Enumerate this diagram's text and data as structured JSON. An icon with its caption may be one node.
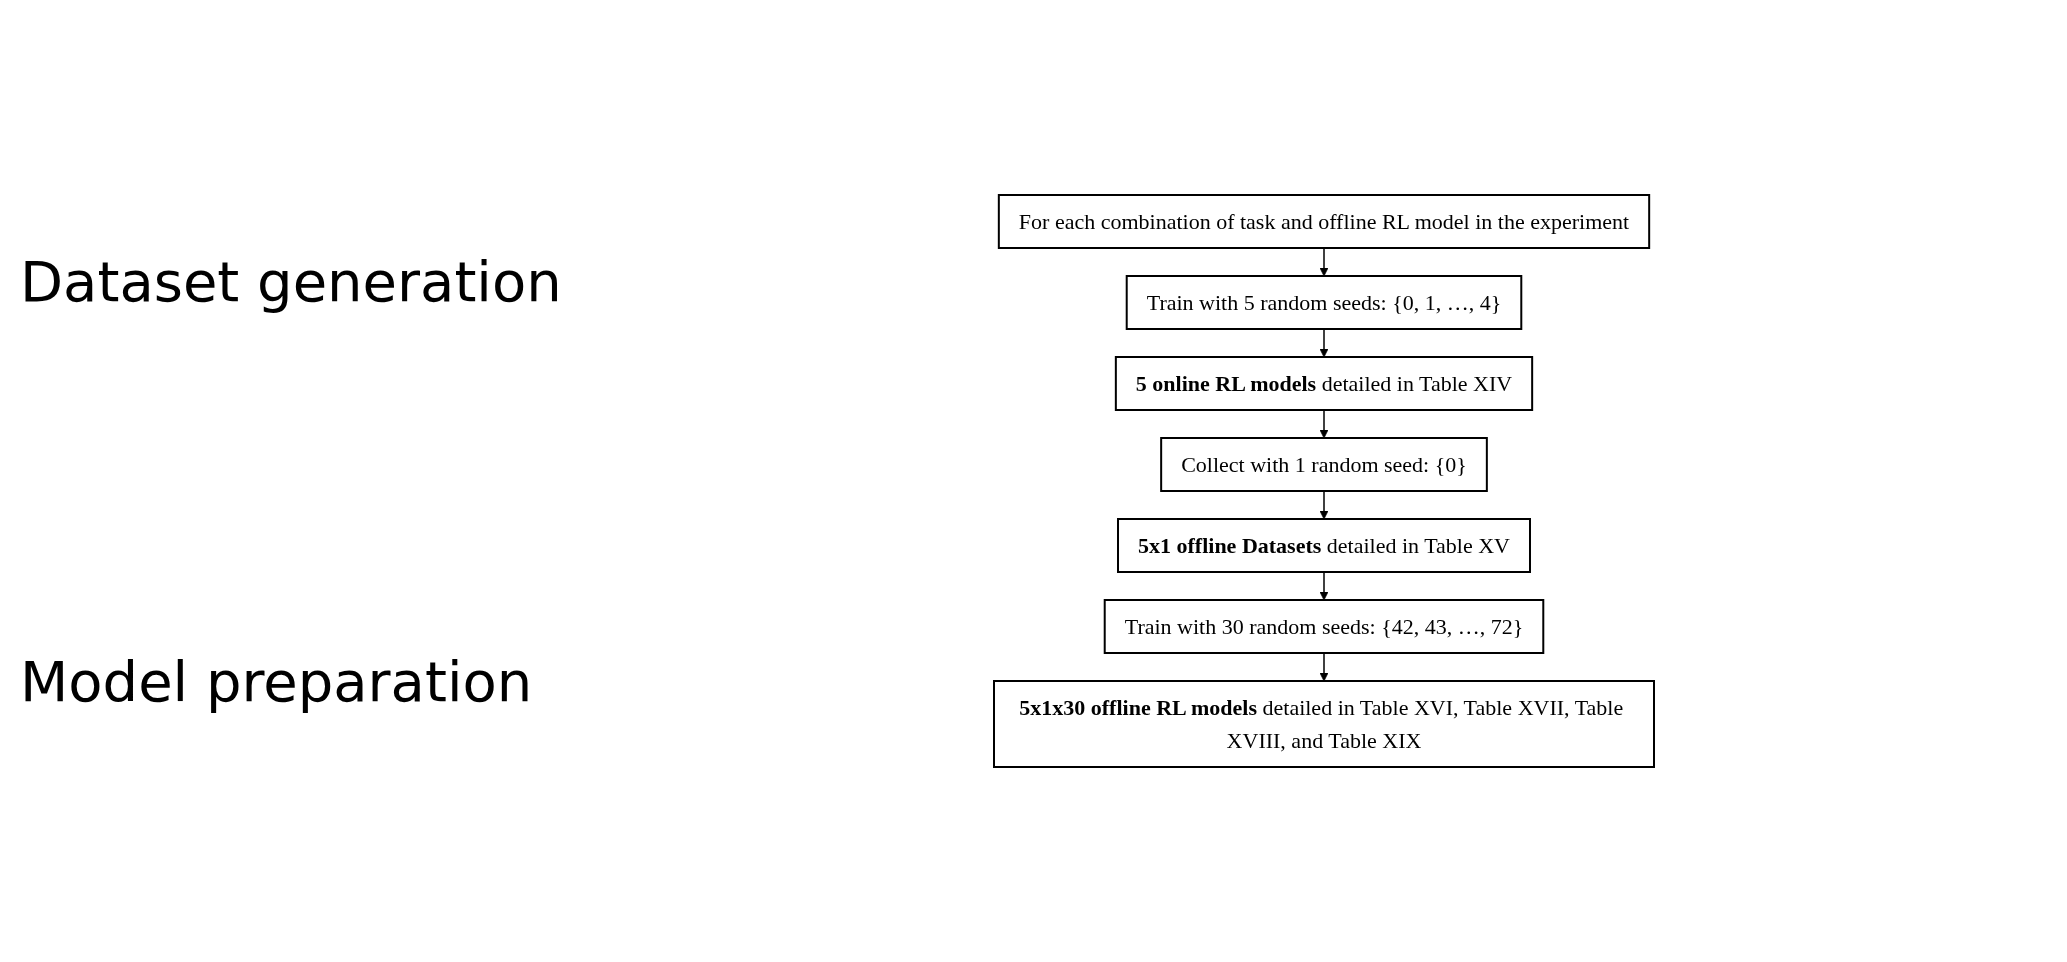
{
  "diagram": {
    "nodes": [
      {
        "text": [
          "For each combination of task and offline RL model in the experiment"
        ]
      },
      {
        "text": [
          "Train with 5 random seeds: {0, 1, …, 4}"
        ]
      },
      {
        "text": [
          "**5 online RL models** detailed in Table XIV"
        ]
      },
      {
        "text": [
          "Collect with 1 random seed: {0}"
        ]
      },
      {
        "text": [
          "**5x1 offline Datasets** detailed in Table XV"
        ]
      },
      {
        "text": [
          "Train with 30 random seeds: {42, 43, …, 72}"
        ]
      },
      {
        "text": [
          "**5x1x30 offline RL models** detailed in Table XVI, Table XVII, Table XVIII, and Table XIX"
        ]
      }
    ],
    "edges": [
      {
        "from": 0,
        "to": 1,
        "arrow": "to"
      },
      {
        "from": 1,
        "to": 2,
        "arrow": "to"
      },
      {
        "from": 2,
        "to": 3,
        "arrow": "to"
      },
      {
        "from": 3,
        "to": 4,
        "arrow": "to"
      },
      {
        "from": 4,
        "to": 5,
        "arrow": "to"
      },
      {
        "from": 5,
        "to": 6,
        "arrow": "to"
      }
    ],
    "labels": [
      "Dataset generation",
      "Model preparation"
    ]
  }
}
